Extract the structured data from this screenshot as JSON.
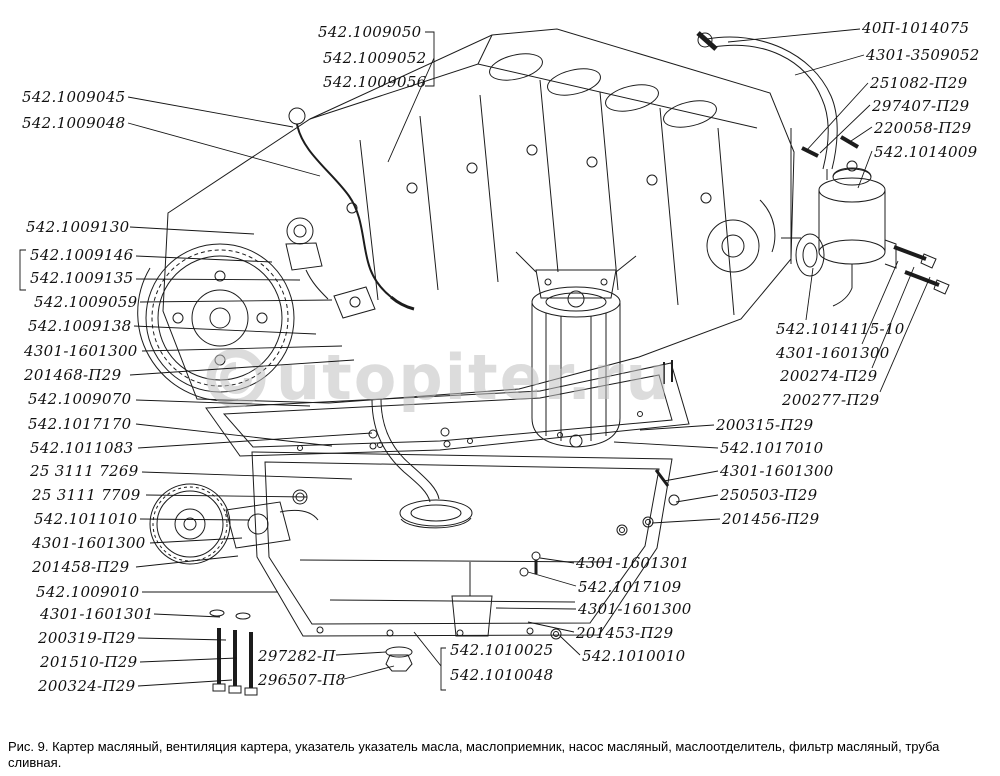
{
  "figure": {
    "caption": "Рис. 9. Картер масляный, вентиляция картера, указатель указатель масла, маслоприемник, насос масляный, маслоотделитель, фильтр масляный, труба сливная."
  },
  "watermark": {
    "text": "utopiter.ru"
  },
  "labels": [
    {
      "text": "542.1009050"
    },
    {
      "text": "542.1009052"
    },
    {
      "text": "542.1009056"
    },
    {
      "text": "542.1009045"
    },
    {
      "text": "542.1009048"
    },
    {
      "text": "40П-1014075"
    },
    {
      "text": "4301-3509052"
    },
    {
      "text": "251082-П29"
    },
    {
      "text": "297407-П29"
    },
    {
      "text": "220058-П29"
    },
    {
      "text": "542.1014009"
    },
    {
      "text": "542.1009130"
    },
    {
      "text": "542.1009146"
    },
    {
      "text": "542.1009135"
    },
    {
      "text": "542.1009059"
    },
    {
      "text": "542.1009138"
    },
    {
      "text": "4301-1601300"
    },
    {
      "text": "201468-П29"
    },
    {
      "text": "542.1009070"
    },
    {
      "text": "542.1017170"
    },
    {
      "text": "542.1011083"
    },
    {
      "text": "25 3111 7269"
    },
    {
      "text": "25 3111 7709"
    },
    {
      "text": "542.1011010"
    },
    {
      "text": "4301-1601300"
    },
    {
      "text": "201458-П29"
    },
    {
      "text": "542.1009010"
    },
    {
      "text": "4301-1601301"
    },
    {
      "text": "200319-П29"
    },
    {
      "text": "201510-П29"
    },
    {
      "text": "200324-П29"
    },
    {
      "text": "542.1014115-10"
    },
    {
      "text": "4301-1601300"
    },
    {
      "text": "200274-П29"
    },
    {
      "text": "200277-П29"
    },
    {
      "text": "200315-П29"
    },
    {
      "text": "542.1017010"
    },
    {
      "text": "4301-1601300"
    },
    {
      "text": "250503-П29"
    },
    {
      "text": "201456-П29"
    },
    {
      "text": "4301-1601301"
    },
    {
      "text": "542.1017109"
    },
    {
      "text": "4301-1601300"
    },
    {
      "text": "201453-П29"
    },
    {
      "text": "542.1010010"
    },
    {
      "text": "297282-П"
    },
    {
      "text": "296507-П8"
    },
    {
      "text": "542.1010025"
    },
    {
      "text": "542.1010048"
    }
  ]
}
